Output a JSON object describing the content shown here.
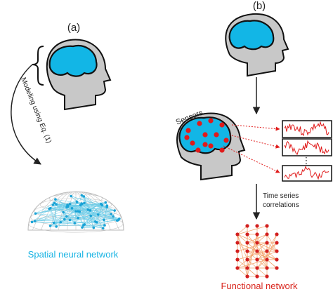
{
  "panels": {
    "a": {
      "label": "(a)",
      "arrow_label": "Modeling using Eq. (1)",
      "output_label": "Spatial neural network"
    },
    "b": {
      "label": "(b)",
      "sensors_label": "Sensors",
      "ellipsis": "⋮",
      "step_label_line1": "Time series",
      "step_label_line2": "correlations",
      "output_label": "Functional network"
    }
  },
  "colors": {
    "brain": "#12b6e6",
    "head": "#c8c8c8",
    "sensor": "#e01b1b",
    "network_node_blue": "#1aa3d6",
    "network_node_red": "#d21f1f",
    "spatial_text": "#17b3e3",
    "functional_text": "#d9251d"
  }
}
